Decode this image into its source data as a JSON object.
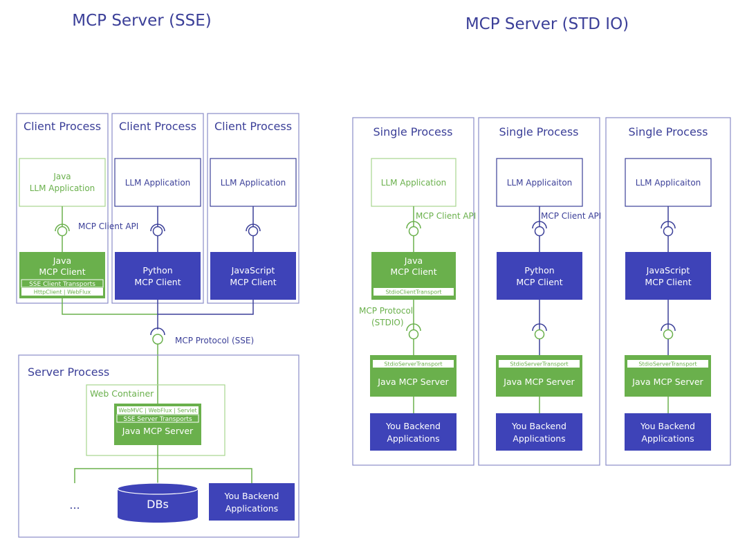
{
  "sse": {
    "title": "MCP Server (SSE)",
    "clients": [
      {
        "process": "Client Process",
        "app_line1": "Java",
        "app_line2": "LLM Application",
        "client_line1": "Java",
        "client_line2": "MCP Client",
        "transport": "SSE Client Transports",
        "transport_impl": "HttpClient | WebFlux"
      },
      {
        "process": "Client Process",
        "app": "LLM Application",
        "client_line1": "Python",
        "client_line2": "MCP Client"
      },
      {
        "process": "Client Process",
        "app": "LLM Application",
        "client_line1": "JavaScript",
        "client_line2": "MCP Client"
      }
    ],
    "client_api_label": "MCP Client API",
    "protocol_label": "MCP Protocol (SSE)",
    "server": {
      "process": "Server Process",
      "container": "Web Container",
      "frameworks": "WebMVC | WebFlux | Servlet",
      "transport": "SSE Server Transports",
      "server_name": "Java MCP Server",
      "ellipsis": "...",
      "db": "DBs",
      "backend_line1": "You Backend",
      "backend_line2": "Applications"
    }
  },
  "stdio": {
    "title": "MCP Server (STD IO)",
    "columns": [
      {
        "process": "Single Process",
        "app": "LLM Application",
        "client_line1": "Java",
        "client_line2": "MCP Client",
        "client_transport": "StdioClientTransport",
        "server_transport": "StdioServerTransport",
        "server_name": "Java MCP Server",
        "backend_line1": "You Backend",
        "backend_line2": "Applications"
      },
      {
        "process": "Single Process",
        "app": "LLM Applicaiton",
        "client_line1": "Python",
        "client_line2": "MCP Client",
        "server_transport": "StdioServerTransport",
        "server_name": "Java MCP Server",
        "backend_line1": "You Backend",
        "backend_line2": "Applications"
      },
      {
        "process": "Single Process",
        "app": "LLM Applicaiton",
        "client_line1": "JavaScript",
        "client_line2": "MCP Client",
        "server_transport": "StdioServerTransport",
        "server_name": "Java MCP Server",
        "backend_line1": "You Backend",
        "backend_line2": "Applications"
      }
    ],
    "client_api_label_1": "MCP Client API",
    "client_api_label_2": "MCP Client API",
    "protocol_line1": "MCP Protocol",
    "protocol_line2": "(STDIO)"
  },
  "colors": {
    "blue": "#3b3f98",
    "block_blue": "#3e43b8",
    "green": "#6ab04c",
    "light_green": "#a7d58e",
    "frame": "#8a8cc8"
  }
}
